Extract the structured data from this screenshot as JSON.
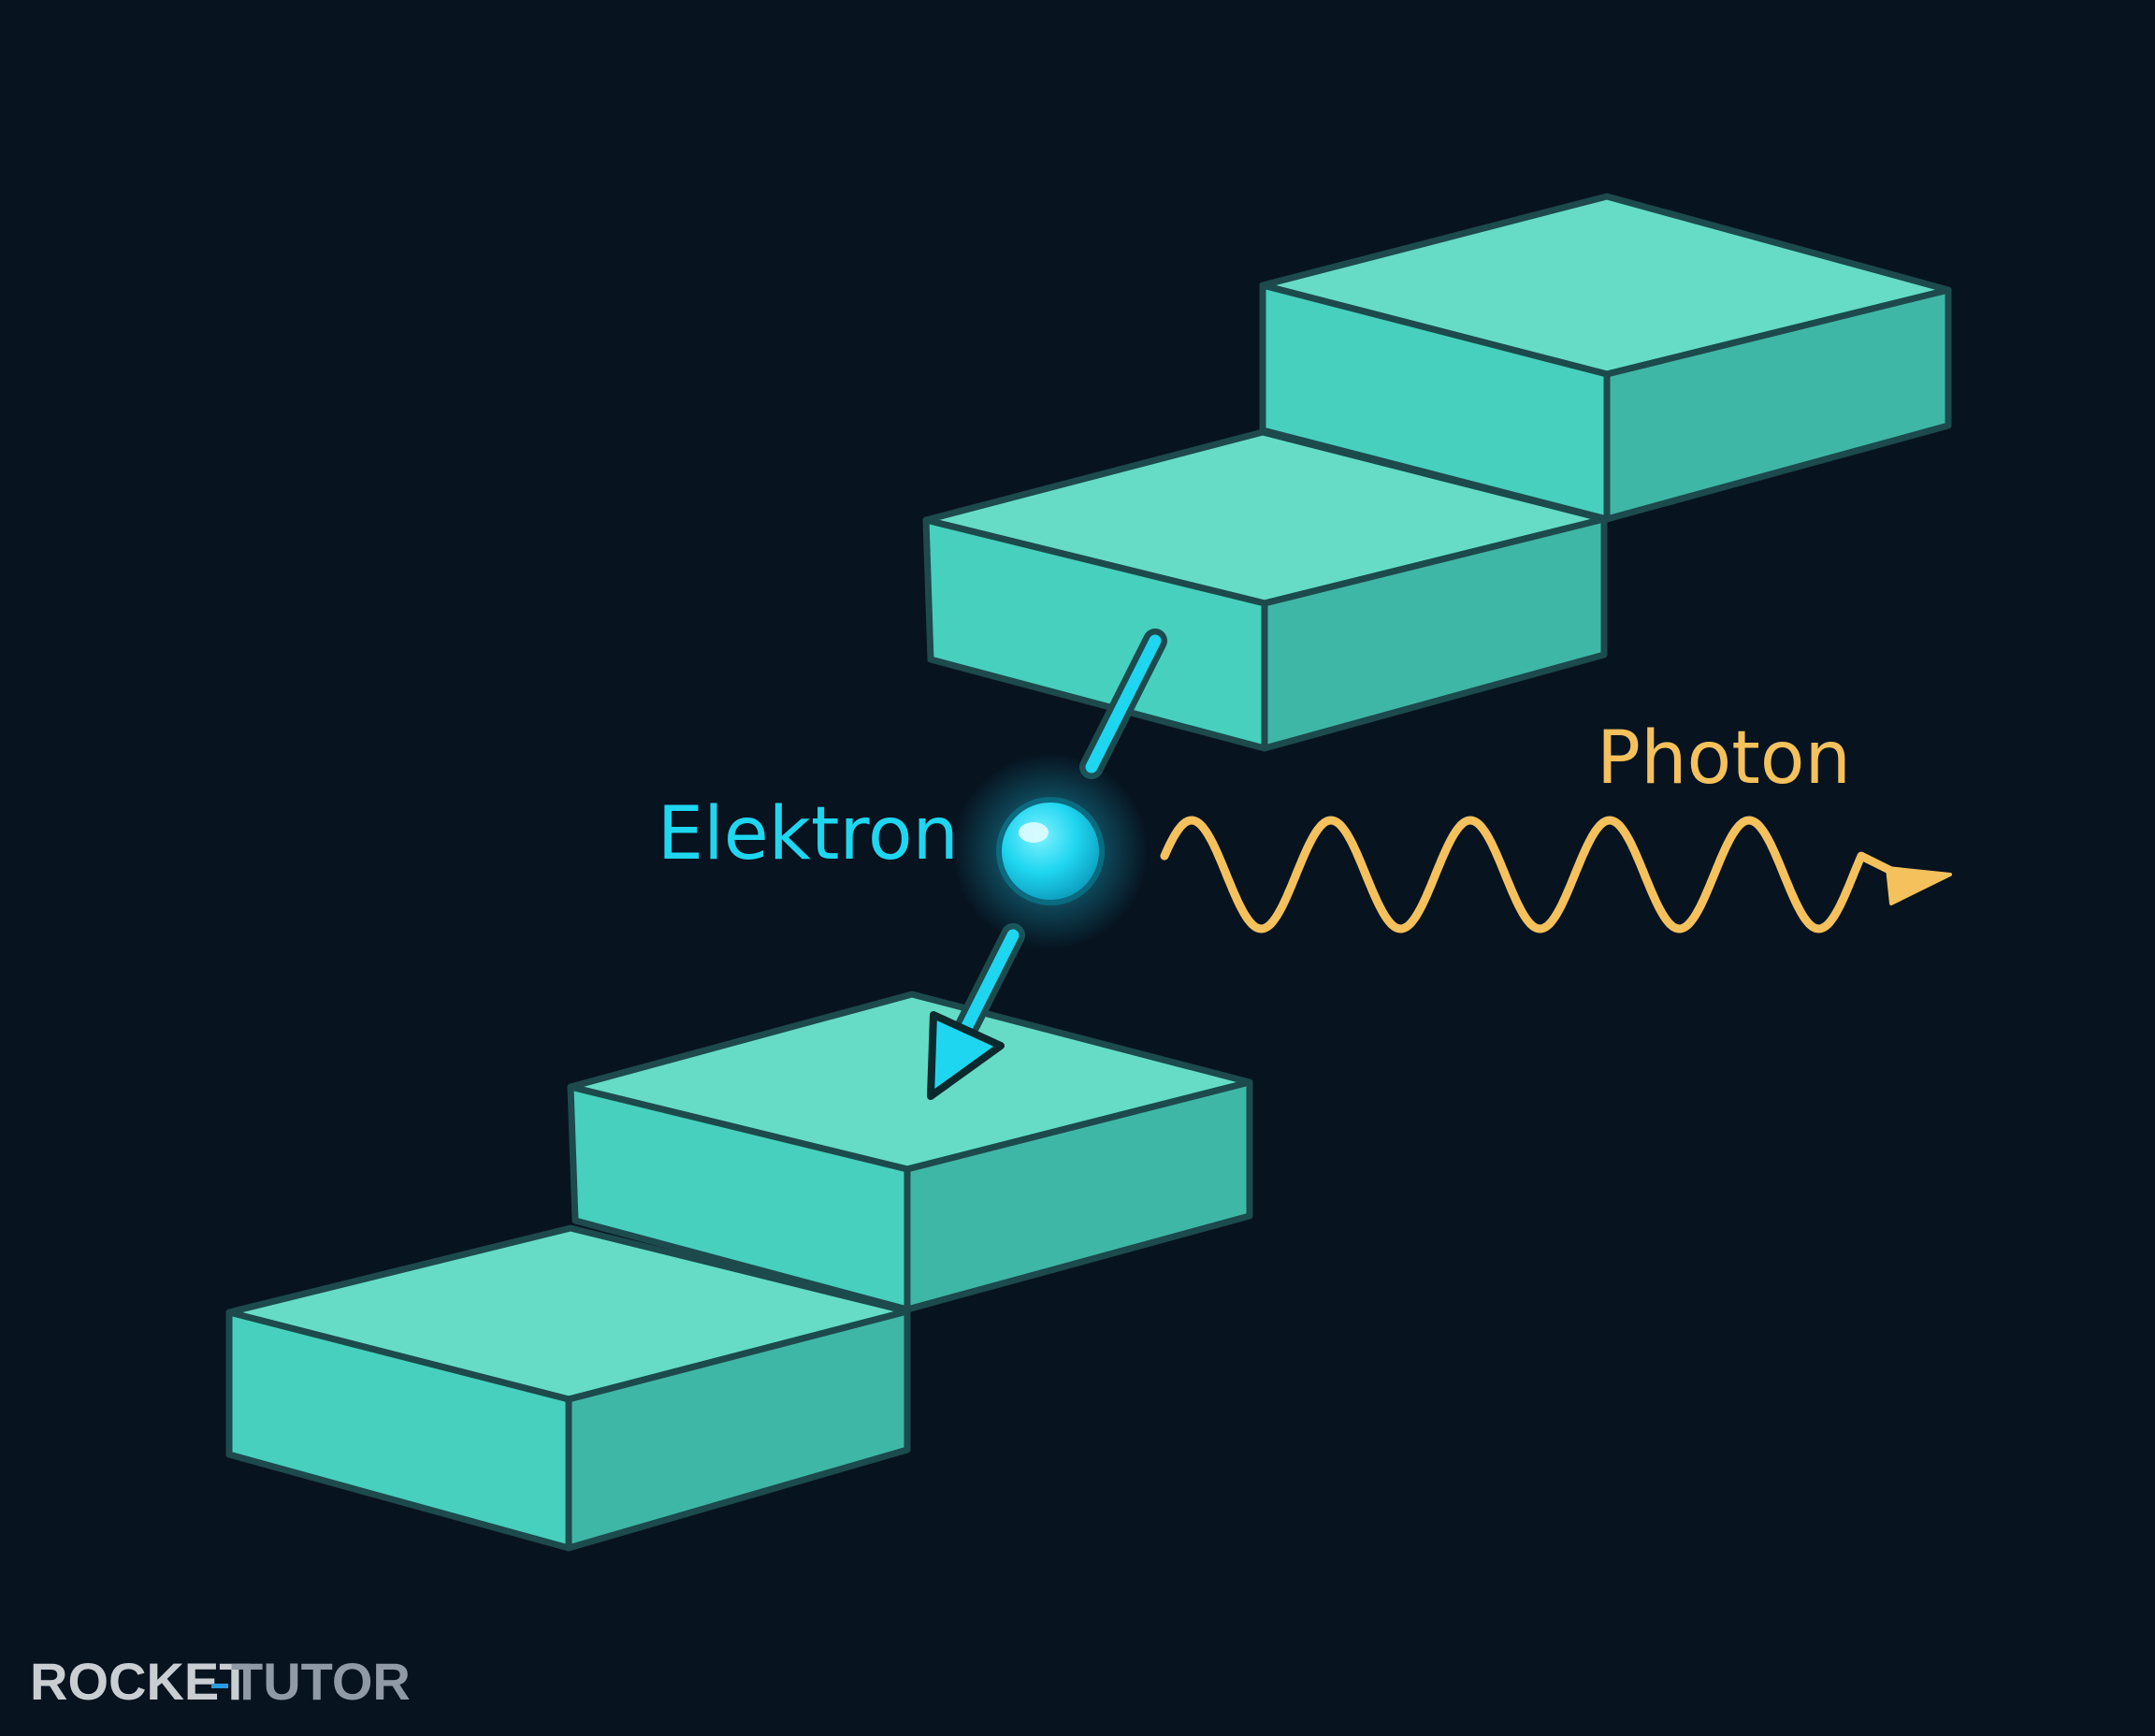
{
  "labels": {
    "electron": "Elektron",
    "photon": "Photon"
  },
  "logo": {
    "text_left": "ROCKET",
    "text_right": "TUTOR"
  },
  "colors": {
    "background": "#07131f",
    "block_top": "#66dcc6",
    "block_front": "#47d0be",
    "block_side": "#3fb7a7",
    "block_outline": "#1c4a4d",
    "electron": "#1fd6f0",
    "electron_label": "#1fd6f0",
    "photon": "#f4c15c",
    "logo_left": "#c9ced3",
    "logo_right": "#8f9aa6",
    "logo_accent": "#2a9de0"
  }
}
